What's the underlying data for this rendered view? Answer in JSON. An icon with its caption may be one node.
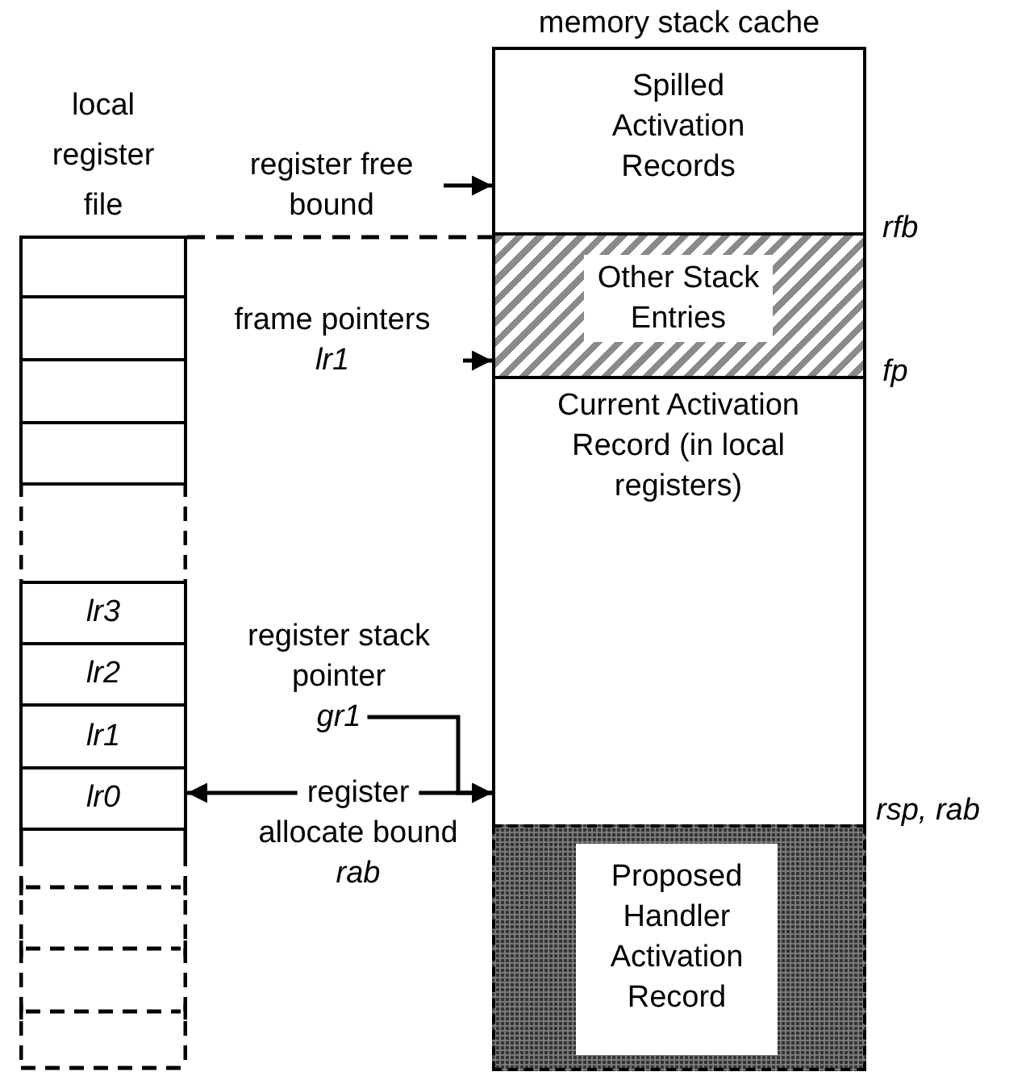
{
  "diagram": {
    "nodes": [
      {
        "text": [
          "local register file"
        ]
      },
      {
        "text": [],
        "shape": "box",
        "in": 0
      },
      {
        "text": [],
        "shape": "box",
        "in": 0
      },
      {
        "text": [],
        "shape": "box",
        "in": 0
      },
      {
        "text": [],
        "shape": "box",
        "in": 0
      },
      {
        "text": [
          "lr3"
        ],
        "in": 0
      },
      {
        "text": [
          "lr2"
        ],
        "in": 0
      },
      {
        "text": [
          "lr1"
        ],
        "in": 0
      },
      {
        "text": [
          "lr0"
        ],
        "in": 0
      },
      {
        "text": [
          "memory stack cache"
        ]
      },
      {
        "text": [
          "Spilled Activation Records"
        ],
        "in": 9
      },
      {
        "text": [
          "Other Stack Entries"
        ],
        "in": 9
      },
      {
        "text": [
          "Current Activation Record (in local registers)"
        ],
        "in": 9
      },
      {
        "text": [
          "Proposed Handler Activation Record"
        ],
        "in": 9
      },
      {
        "text": [
          "register free bound"
        ]
      },
      {
        "text": [
          "frame pointers",
          "lr1"
        ]
      },
      {
        "text": [
          "register stack pointer",
          "gr1"
        ]
      },
      {
        "text": [
          "register",
          "allocate bound",
          "rab"
        ]
      }
    ],
    "edges": [
      {
        "from": 14,
        "to": 10,
        "arrow": "to"
      },
      {
        "from": 15,
        "to": 11,
        "arrow": "to"
      },
      {
        "from": 16,
        "to": 12,
        "arrow": "to"
      },
      {
        "from": 17,
        "to": 8,
        "arrow": "to"
      },
      {
        "from": 17,
        "to": 12,
        "arrow": "to"
      },
      {
        "from": 0,
        "to": 9,
        "arrow": "none",
        "style": "dashed"
      }
    ],
    "labels": [
      "rfb",
      "fp",
      "rsp, rab"
    ]
  }
}
